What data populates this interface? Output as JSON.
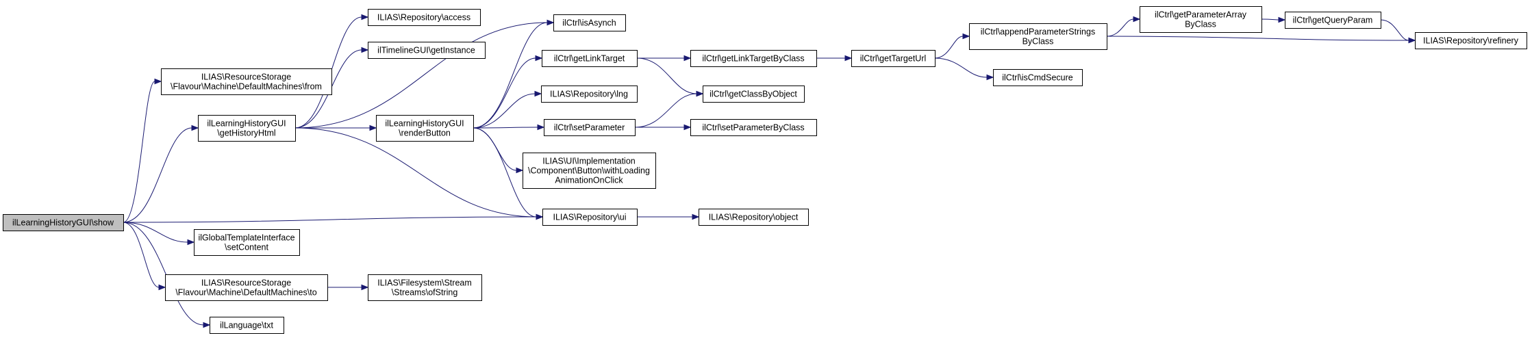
{
  "graph": {
    "colors": {
      "edge": "#191970",
      "node_border": "#000000",
      "node_fill": "#ffffff",
      "root_fill": "#bfbfbf"
    },
    "nodes": [
      {
        "id": "show",
        "lines": [
          "ilLearningHistoryGUI\\show"
        ],
        "root": true
      },
      {
        "id": "from",
        "lines": [
          "ILIAS\\ResourceStorage",
          "\\Flavour\\Machine\\DefaultMachines\\from"
        ]
      },
      {
        "id": "getHistoryHtml",
        "lines": [
          "ilLearningHistoryGUI",
          "\\getHistoryHtml"
        ]
      },
      {
        "id": "setContent",
        "lines": [
          "ilGlobalTemplateInterface",
          "\\setContent"
        ]
      },
      {
        "id": "to",
        "lines": [
          "ILIAS\\ResourceStorage",
          "\\Flavour\\Machine\\DefaultMachines\\to"
        ]
      },
      {
        "id": "txt",
        "lines": [
          "ilLanguage\\txt"
        ]
      },
      {
        "id": "access",
        "lines": [
          "ILIAS\\Repository\\access"
        ]
      },
      {
        "id": "getInstance",
        "lines": [
          "ilTimelineGUI\\getInstance"
        ]
      },
      {
        "id": "renderButton",
        "lines": [
          "ilLearningHistoryGUI",
          "\\renderButton"
        ]
      },
      {
        "id": "ofString",
        "lines": [
          "ILIAS\\Filesystem\\Stream",
          "\\Streams\\ofString"
        ]
      },
      {
        "id": "isAsynch",
        "lines": [
          "ilCtrl\\isAsynch"
        ]
      },
      {
        "id": "getLinkTarget",
        "lines": [
          "ilCtrl\\getLinkTarget"
        ]
      },
      {
        "id": "lng",
        "lines": [
          "ILIAS\\Repository\\lng"
        ]
      },
      {
        "id": "setParameter",
        "lines": [
          "ilCtrl\\setParameter"
        ]
      },
      {
        "id": "withLoading",
        "lines": [
          "ILIAS\\UI\\Implementation",
          "\\Component\\Button\\withLoading",
          "AnimationOnClick"
        ]
      },
      {
        "id": "ui",
        "lines": [
          "ILIAS\\Repository\\ui"
        ]
      },
      {
        "id": "getLinkTargetByClass",
        "lines": [
          "ilCtrl\\getLinkTargetByClass"
        ]
      },
      {
        "id": "getClassByObject",
        "lines": [
          "ilCtrl\\getClassByObject"
        ]
      },
      {
        "id": "setParameterByClass",
        "lines": [
          "ilCtrl\\setParameterByClass"
        ]
      },
      {
        "id": "object",
        "lines": [
          "ILIAS\\Repository\\object"
        ]
      },
      {
        "id": "getTargetUrl",
        "lines": [
          "ilCtrl\\getTargetUrl"
        ]
      },
      {
        "id": "appendParameterStrings",
        "lines": [
          "ilCtrl\\appendParameterStrings",
          "ByClass"
        ]
      },
      {
        "id": "isCmdSecure",
        "lines": [
          "ilCtrl\\isCmdSecure"
        ]
      },
      {
        "id": "getParameterArray",
        "lines": [
          "ilCtrl\\getParameterArray",
          "ByClass"
        ]
      },
      {
        "id": "getQueryParam",
        "lines": [
          "ilCtrl\\getQueryParam"
        ]
      },
      {
        "id": "refinery",
        "lines": [
          "ILIAS\\Repository\\refinery"
        ]
      }
    ],
    "edges": [
      [
        "show",
        "from"
      ],
      [
        "show",
        "getHistoryHtml"
      ],
      [
        "show",
        "ui"
      ],
      [
        "show",
        "setContent"
      ],
      [
        "show",
        "to"
      ],
      [
        "show",
        "txt"
      ],
      [
        "getHistoryHtml",
        "access"
      ],
      [
        "getHistoryHtml",
        "getInstance"
      ],
      [
        "getHistoryHtml",
        "isAsynch"
      ],
      [
        "getHistoryHtml",
        "renderButton"
      ],
      [
        "getHistoryHtml",
        "ui"
      ],
      [
        "to",
        "ofString"
      ],
      [
        "renderButton",
        "isAsynch"
      ],
      [
        "renderButton",
        "getLinkTarget"
      ],
      [
        "renderButton",
        "lng"
      ],
      [
        "renderButton",
        "setParameter"
      ],
      [
        "renderButton",
        "withLoading"
      ],
      [
        "renderButton",
        "ui"
      ],
      [
        "getLinkTarget",
        "getLinkTargetByClass"
      ],
      [
        "getLinkTarget",
        "getClassByObject"
      ],
      [
        "setParameter",
        "getClassByObject"
      ],
      [
        "setParameter",
        "setParameterByClass"
      ],
      [
        "ui",
        "object"
      ],
      [
        "getLinkTargetByClass",
        "getTargetUrl"
      ],
      [
        "getTargetUrl",
        "appendParameterStrings"
      ],
      [
        "getTargetUrl",
        "isCmdSecure"
      ],
      [
        "appendParameterStrings",
        "getParameterArray"
      ],
      [
        "appendParameterStrings",
        "refinery"
      ],
      [
        "getParameterArray",
        "getQueryParam"
      ],
      [
        "getQueryParam",
        "refinery"
      ]
    ]
  }
}
